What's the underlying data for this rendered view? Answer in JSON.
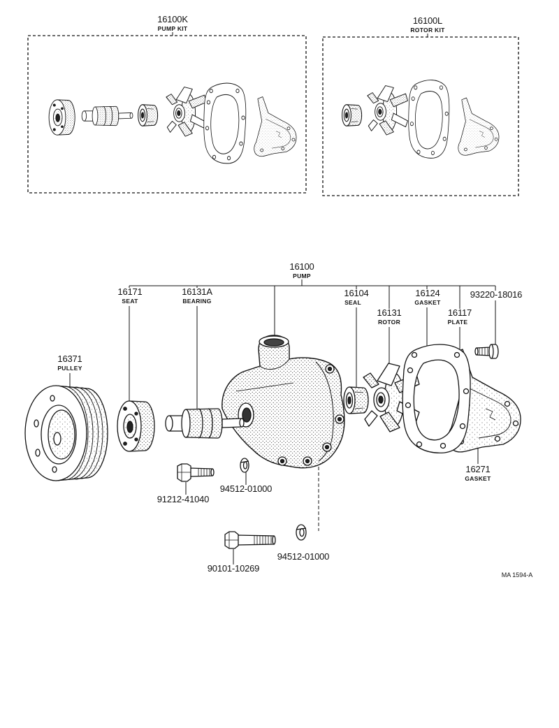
{
  "kits": {
    "pump_kit": {
      "part_no": "16100K",
      "name": "PUMP KIT"
    },
    "rotor_kit": {
      "part_no": "16100L",
      "name": "ROTOR KIT"
    }
  },
  "assembly": {
    "part_no": "16100",
    "name": "PUMP"
  },
  "callouts": {
    "seat": {
      "part_no": "16171",
      "name": "SEAT"
    },
    "bearing": {
      "part_no": "16131A",
      "name": "BEARING"
    },
    "seal": {
      "part_no": "16104",
      "name": "SEAL"
    },
    "gasket_front": {
      "part_no": "16124",
      "name": "GASKET"
    },
    "plate_bolt": {
      "part_no": "93220-18016"
    },
    "rotor": {
      "part_no": "16131",
      "name": "ROTOR"
    },
    "plate": {
      "part_no": "16117",
      "name": "PLATE"
    },
    "pulley": {
      "part_no": "16371",
      "name": "PULLEY"
    },
    "gasket_rear": {
      "part_no": "16271",
      "name": "GASKET"
    },
    "bolt_short": {
      "part_no": "91212-41040"
    },
    "washer_upper": {
      "part_no": "94512-01000"
    },
    "washer_lower": {
      "part_no": "94512-01000"
    },
    "bolt_long": {
      "part_no": "90101-10269"
    }
  },
  "figure_code": "MA 1594-A"
}
